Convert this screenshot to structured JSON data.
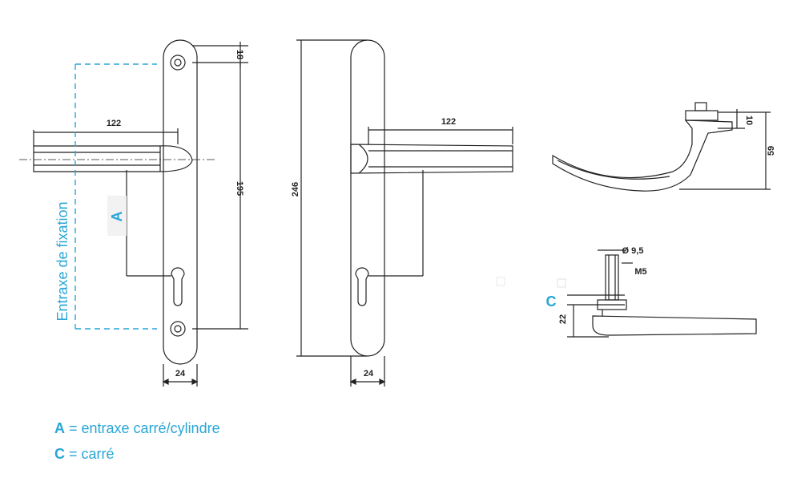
{
  "front_view": {
    "dim_width_top": "18",
    "dim_lever_length": "122",
    "dim_spacing": "195",
    "dim_plate_width": "24",
    "label_a": "A",
    "label_fixing": "Entraxe de fixation"
  },
  "side_view": {
    "dim_height": "246",
    "dim_lever_length": "122",
    "dim_plate_width": "24"
  },
  "lever_detail": {
    "dim_small": "10",
    "dim_total": "59"
  },
  "spindle_detail": {
    "dim_diameter": "Ø 9,5",
    "dim_thread": "M5",
    "dim_height": "22",
    "label_c": "C"
  },
  "legend": {
    "a_key": "A",
    "a_text": " = entraxe carré/cylindre",
    "c_key": "C",
    "c_text": " = carré"
  }
}
